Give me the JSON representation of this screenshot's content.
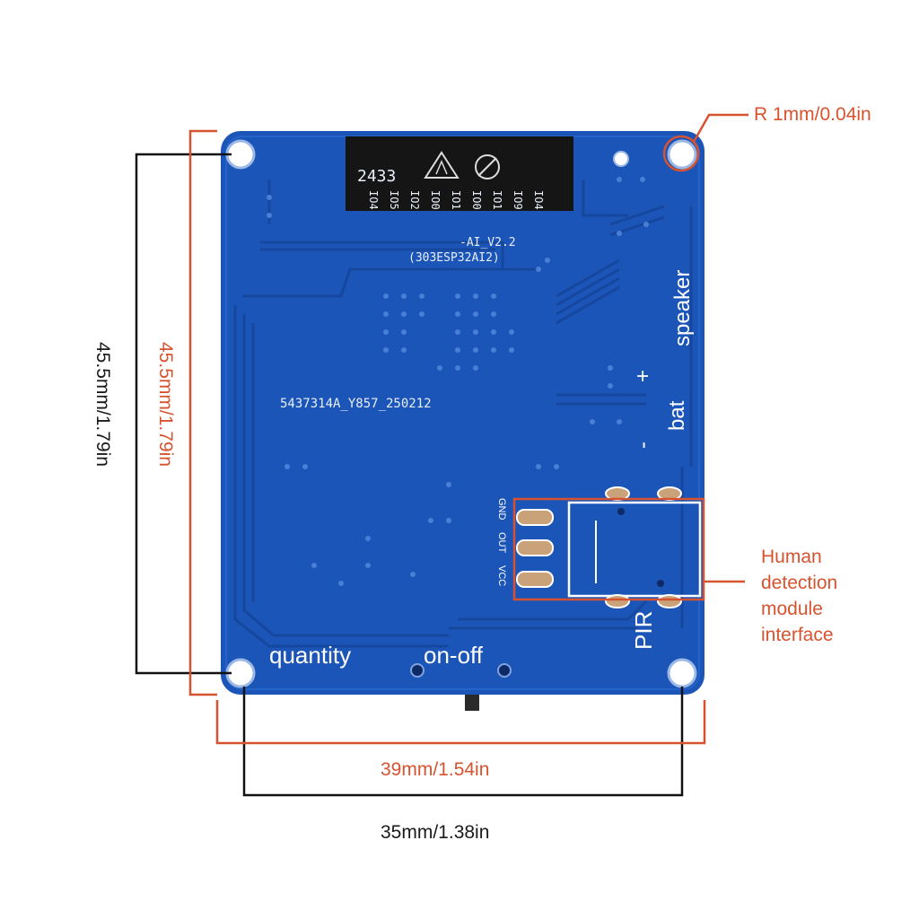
{
  "colors": {
    "accent": "#d7532f",
    "pcb": "#1c55b8",
    "pcb_trace": "#1a4ea9",
    "dimension_line": "#111111",
    "header": "#151515"
  },
  "dimensions": {
    "radius": "R 1mm/0.04in",
    "outer_height": "45.5mm/1.79in",
    "hole_height": "45.5mm/1.79in",
    "outer_width": "39mm/1.54in",
    "hole_width": "35mm/1.38in"
  },
  "callout": {
    "line1": "Human",
    "line2": "detection",
    "line3": "module",
    "line4": "interface"
  },
  "board": {
    "version": "-AI_V2.2",
    "model": "(303ESP32AI2)",
    "serial": "5437314A_Y857_250212",
    "header_code": "2433",
    "header_pins": [
      "IO4",
      "IO5",
      "IO2",
      "IO0",
      "IO1",
      "IO0",
      "IO1",
      "IO9",
      "IO4"
    ],
    "labels": {
      "speaker": "speaker",
      "plus": "+",
      "minus": "-",
      "bat": "bat",
      "pir": "PIR",
      "quantity": "quantity",
      "onoff": "on-off",
      "pin_gnd": "GND",
      "pin_out": "OUT",
      "pin_vcc": "VCC"
    }
  }
}
